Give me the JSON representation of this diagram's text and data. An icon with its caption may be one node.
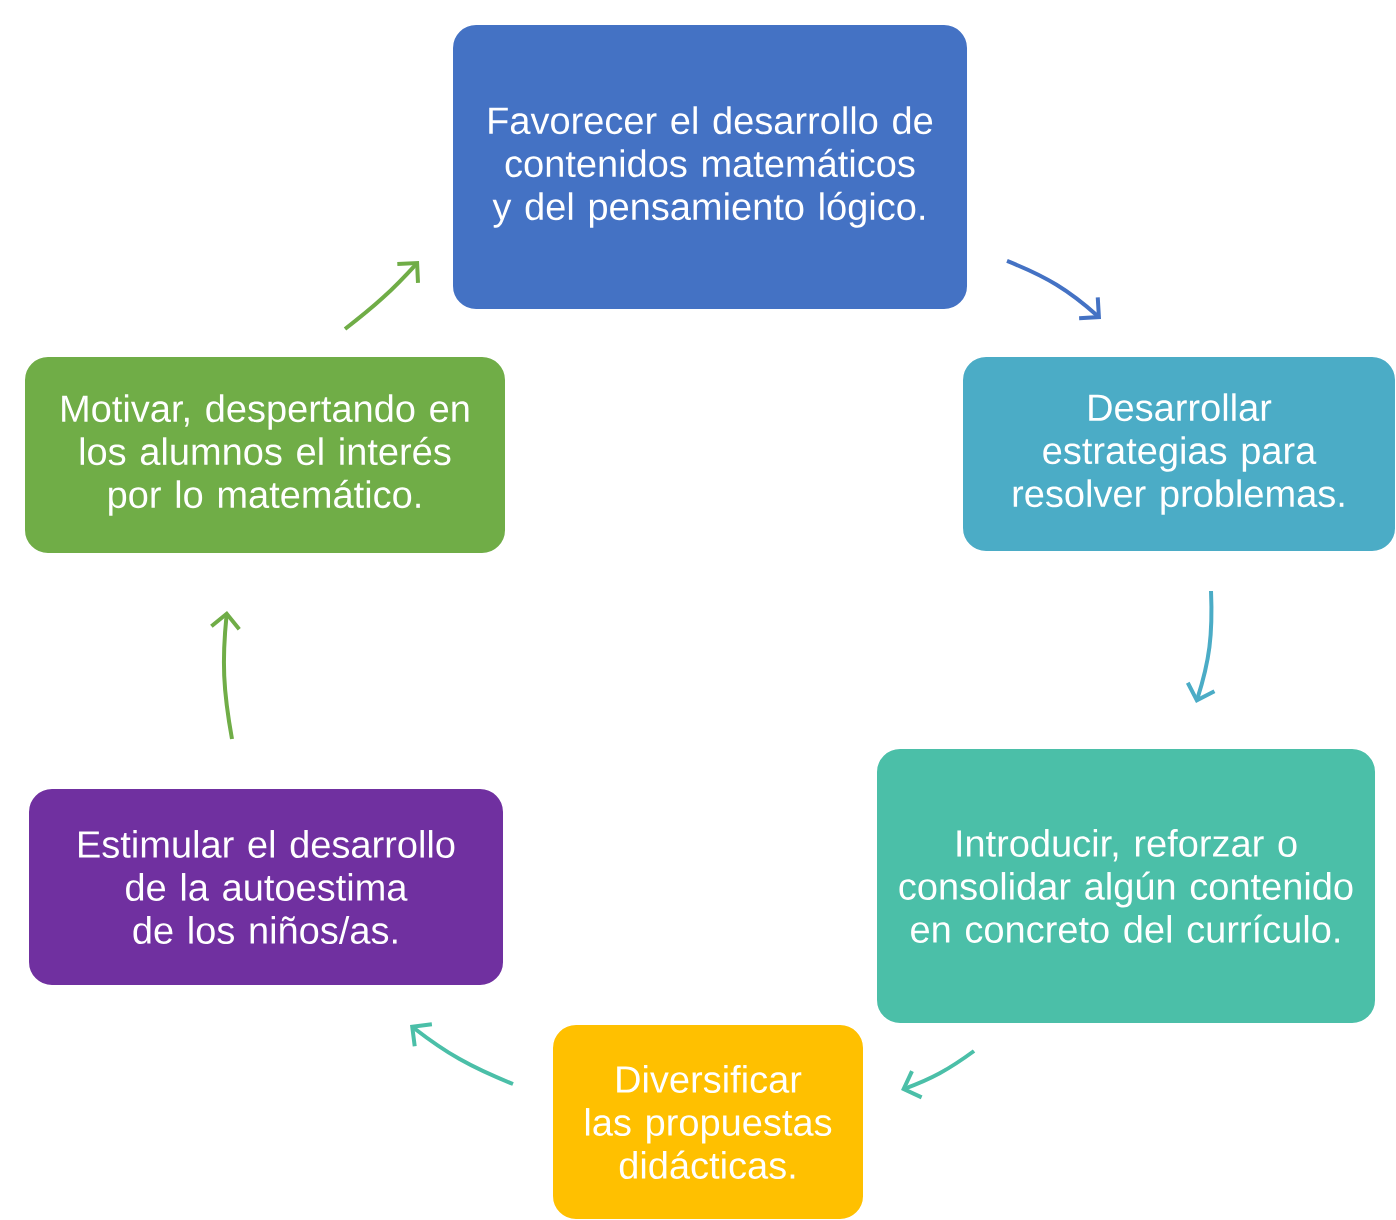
{
  "diagram": {
    "nodes": [
      {
        "text": [
          "Favorecer el desarrollo de contenidos matemáticos y del pensamiento lógico."
        ]
      },
      {
        "text": [
          "Desarrollar estrategias para resolver problemas."
        ]
      },
      {
        "text": [
          "Introducir, reforzar o consolidar algún contenido en concreto del currículo."
        ]
      },
      {
        "text": [
          "Diversificar las propuestas didácticas."
        ]
      },
      {
        "text": [
          "Estimular el desarrollo de la autoestima de los niños/as."
        ]
      },
      {
        "text": [
          "Motivar, despertando en los alumnos el interés por lo matemático."
        ]
      }
    ],
    "edges": [
      {
        "from": 0,
        "to": 1,
        "arrow": "to",
        "color": "#4472c4"
      },
      {
        "from": 1,
        "to": 2,
        "arrow": "to",
        "color": "#4bacc6"
      },
      {
        "from": 2,
        "to": 3,
        "arrow": "to",
        "color": "#4bbfa8"
      },
      {
        "from": 3,
        "to": 4,
        "arrow": "to",
        "color": "#4bbfa8"
      },
      {
        "from": 4,
        "to": 5,
        "arrow": "to",
        "color": "#70ad47"
      },
      {
        "from": 5,
        "to": 0,
        "arrow": "to",
        "color": "#70ad47"
      }
    ]
  }
}
